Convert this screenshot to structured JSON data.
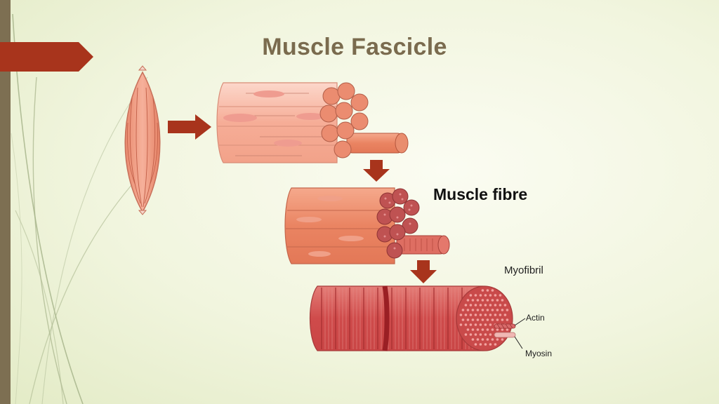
{
  "slide": {
    "title": "Muscle Fascicle",
    "labels": {
      "muscle_fibre": "Muscle fibre",
      "myofibril": "Myofibril",
      "actin": "Actin",
      "myosin": "Myosin"
    }
  },
  "colors": {
    "accent_red": "#a8341c",
    "sidebar_bar": "#7d6f52",
    "title_text": "#7a6b4e",
    "background": "#f1f5de",
    "fascicle_fill": "#f8b9a6",
    "fibre_fill": "#ec8c6c",
    "myofibril_fill": "#d45656"
  },
  "icons": [
    "arrow-right-icon",
    "arrow-down-icon"
  ]
}
